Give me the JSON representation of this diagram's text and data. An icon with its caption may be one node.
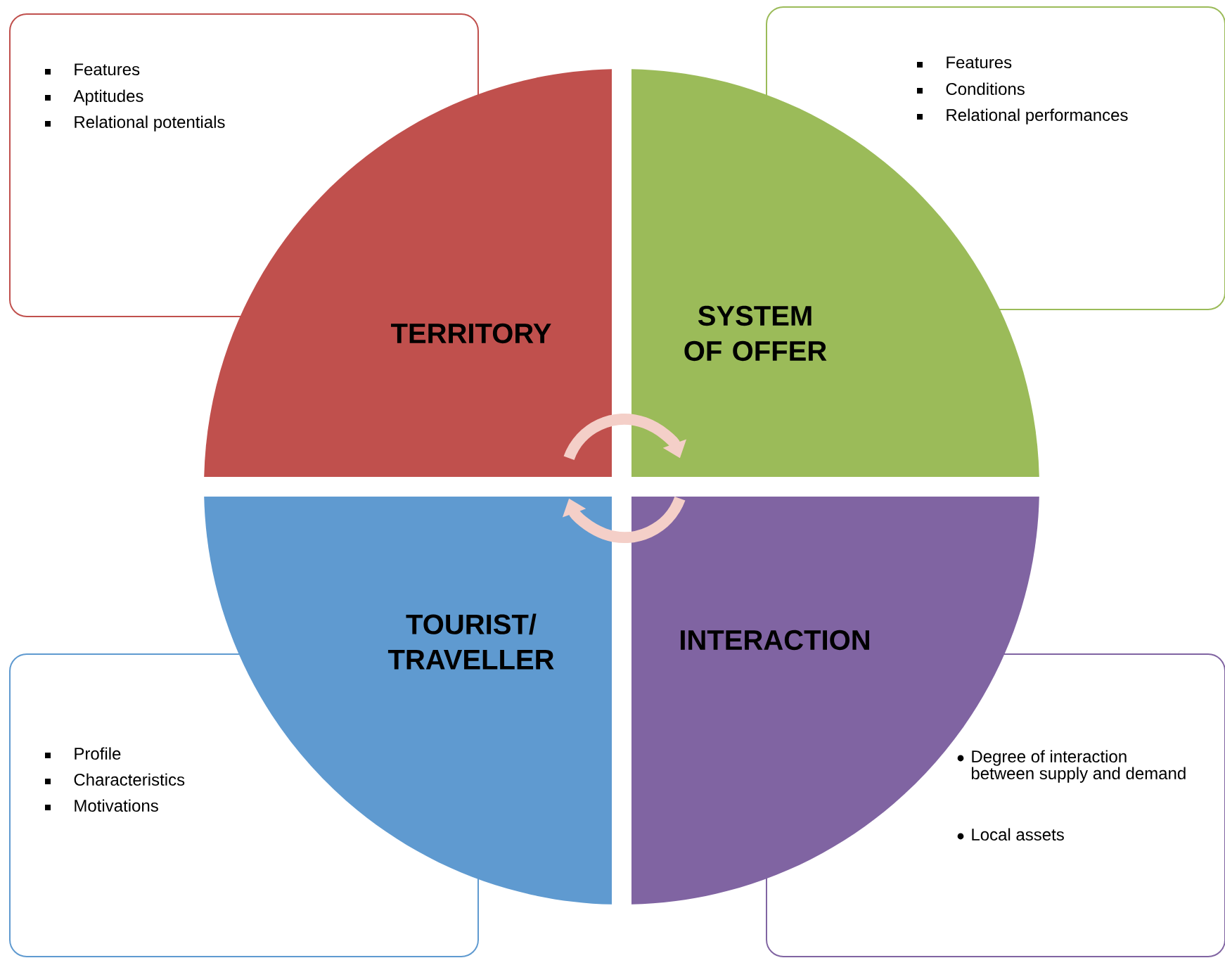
{
  "diagram": {
    "nodes": [
      {
        "text": [
          "Features",
          "Aptitudes",
          "Relational potentials"
        ]
      },
      {
        "text": [
          "Features",
          "Conditions",
          "Relational performances"
        ]
      },
      {
        "text": [
          "TERRITORY"
        ]
      },
      {
        "text": [
          "SYSTEM OF OFFER"
        ]
      },
      {
        "text": [
          "TOURIST/ TRAVELLER"
        ]
      },
      {
        "text": [
          "INTERACTION"
        ]
      },
      {
        "text": [
          "Profile",
          "Characteristics",
          "Motivations"
        ]
      },
      {
        "text": [
          "Degree of interaction between supply and demand",
          "Local assets"
        ]
      }
    ],
    "edges": [
      {
        "from": 2,
        "to": 3,
        "arrow": "to"
      },
      {
        "from": 5,
        "to": 4,
        "arrow": "to"
      }
    ]
  }
}
